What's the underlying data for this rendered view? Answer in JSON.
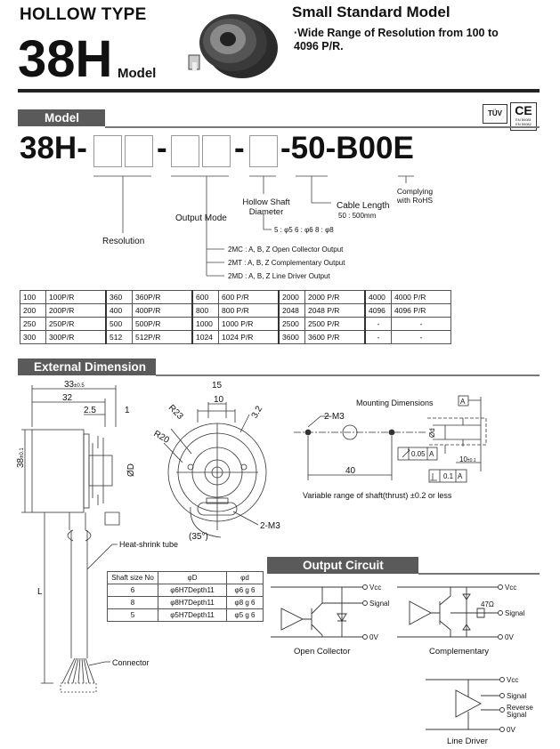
{
  "header": {
    "title": "HOLLOW TYPE",
    "model_big": "38H",
    "model_word": "Model",
    "product_title": "Small Standard Model",
    "product_sub": "·Wide Range of Resolution from 100 to 4096 P/R."
  },
  "badges": {
    "tuv": "TÜV",
    "ce": "CE",
    "ce_sub1": "EN 50081",
    "ce_sub2": "EN 50082"
  },
  "model_section": {
    "title": "Model",
    "code_prefix": "38H-",
    "dash": "-",
    "code_suffix": "-50-B00E",
    "labels": {
      "rohs": "Complying with RoHS",
      "cable": "Cable Length",
      "cable_sub": "50 : 500mm",
      "shaft": "Hollow Shaft Diameter",
      "shaft_opts": "5 : φ5   6 : φ6   8 : φ8",
      "output": "Output Mode",
      "resolution": "Resolution",
      "out_2mc": "2MC : A, B, Z Open Collector Output",
      "out_2mt": "2MT : A, B, Z Complementary Output",
      "out_2md": "2MD : A, B, Z Line Driver Output"
    },
    "resolution_rows": [
      [
        "100",
        "100P/R",
        "360",
        "360P/R",
        "600",
        "600 P/R",
        "2000",
        "2000 P/R",
        "4000",
        "4000 P/R"
      ],
      [
        "200",
        "200P/R",
        "400",
        "400P/R",
        "800",
        "800 P/R",
        "2048",
        "2048 P/R",
        "4096",
        "4096 P/R"
      ],
      [
        "250",
        "250P/R",
        "500",
        "500P/R",
        "1000",
        "1000 P/R",
        "2500",
        "2500 P/R",
        "-",
        "-"
      ],
      [
        "300",
        "300P/R",
        "512",
        "512P/R",
        "1024",
        "1024 P/R",
        "3600",
        "3600 P/R",
        "-",
        "-"
      ]
    ]
  },
  "dimension_section": {
    "title": "External Dimension",
    "labels": {
      "d33": "33",
      "d33_tol": "±0.5",
      "d32": "32",
      "d2_5": "2.5",
      "d1": "1",
      "d38": "38",
      "d38_tol": "±0.1",
      "phi_d": "ØD",
      "heat_shrink": "Heat-shrink tube",
      "L": "L",
      "connector": "Connector",
      "d15": "15",
      "d10": "10",
      "r23": "R23",
      "r20": "R20",
      "d3_2": "3.2",
      "m3_right": "2-M3",
      "angle": "(35°)",
      "mounting": "Mounting Dimensions",
      "m3_left": "2-M3",
      "d40": "40",
      "datum_a": "A",
      "phi_d_small": "Ød",
      "tol1_val": "0.05",
      "tol1_ref": "A",
      "tol2_val": "0.1",
      "tol2_ref": "A",
      "d10_tol": "10",
      "d10_tol_sup": "±0.1",
      "thrust": "Variable range of shaft(thrust)  ±0.2 or less"
    },
    "shaft_table": {
      "headers": [
        "Shaft size No",
        "φD",
        "φd"
      ],
      "rows": [
        [
          "6",
          "φ6H7Depth11",
          "φ6 g 6"
        ],
        [
          "8",
          "φ8H7Depth11",
          "φ8 g 6"
        ],
        [
          "5",
          "φ5H7Depth11",
          "φ5 g 6"
        ]
      ]
    }
  },
  "output_section": {
    "title": "Output Circuit",
    "vcc": "Vcc",
    "signal": "Signal",
    "ov": "0V",
    "r47": "47Ω",
    "reverse_signal": "Reverse Signal",
    "open_collector": "Open Collector",
    "complementary": "Complementary",
    "line_driver": "Line Driver"
  },
  "colors": {
    "bar": "#5a5a5a",
    "line": "#777777"
  }
}
